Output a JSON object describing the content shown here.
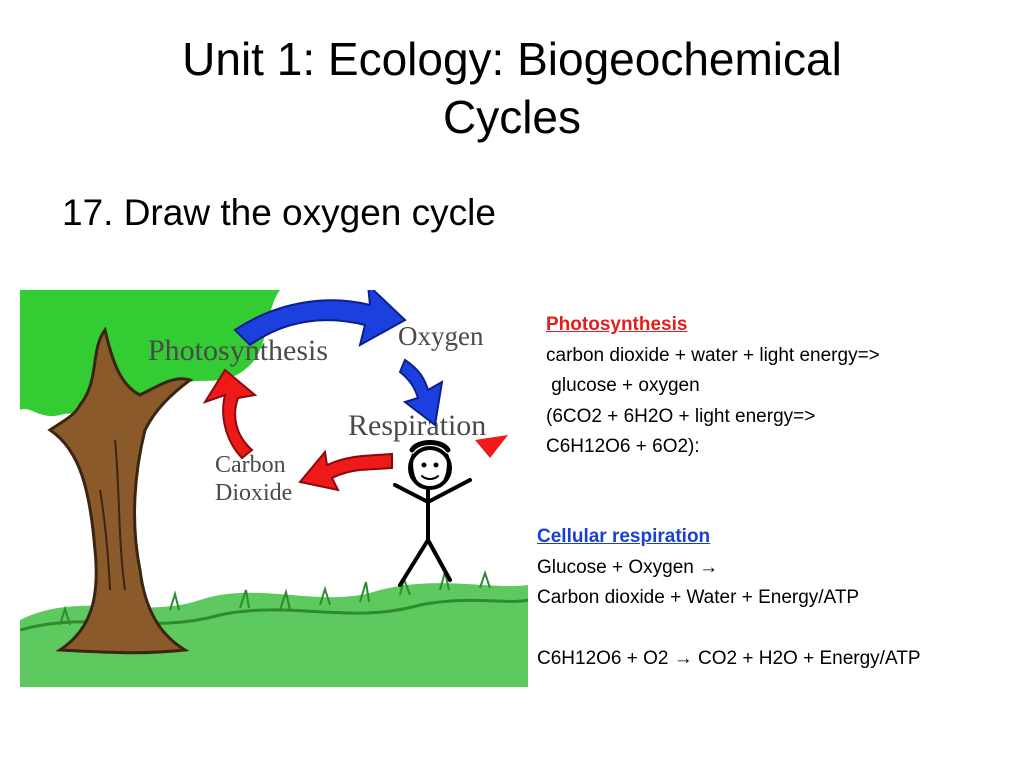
{
  "slide": {
    "title_line1": "Unit 1:  Ecology: Biogeochemical",
    "title_line2": "Cycles",
    "subtitle": "17.  Draw the oxygen cycle"
  },
  "diagram": {
    "labels": {
      "photosynthesis": "Photosynthesis",
      "oxygen": "Oxygen",
      "respiration": "Respiration",
      "carbon": "Carbon",
      "dioxide": "Dioxide"
    },
    "colors": {
      "leaves": "#33cc33",
      "trunk": "#8b5a2b",
      "grass": "#5ec95e",
      "blue_arrow": "#1c3fe0",
      "red_arrow": "#ee1a1a",
      "label_text": "#4a4a4a"
    },
    "icons": [
      "tree-icon",
      "stick-person-icon",
      "curved-arrow-icon"
    ]
  },
  "photosynthesis_notes": {
    "heading": "Photosynthesis",
    "line1": "carbon dioxide + water + light energy=>",
    "line2": " glucose + oxygen",
    "line3": "(6CO2 + 6H2O + light energy=>",
    "line4": "C6H12O6 + 6O2):"
  },
  "respiration_notes": {
    "heading": "Cellular respiration",
    "line1": "Glucose + Oxygen →",
    "line2": "Carbon dioxide + Water + Energy/ATP",
    "line3": "C6H12O6 + O2 → CO2 + H2O + Energy/ATP"
  }
}
